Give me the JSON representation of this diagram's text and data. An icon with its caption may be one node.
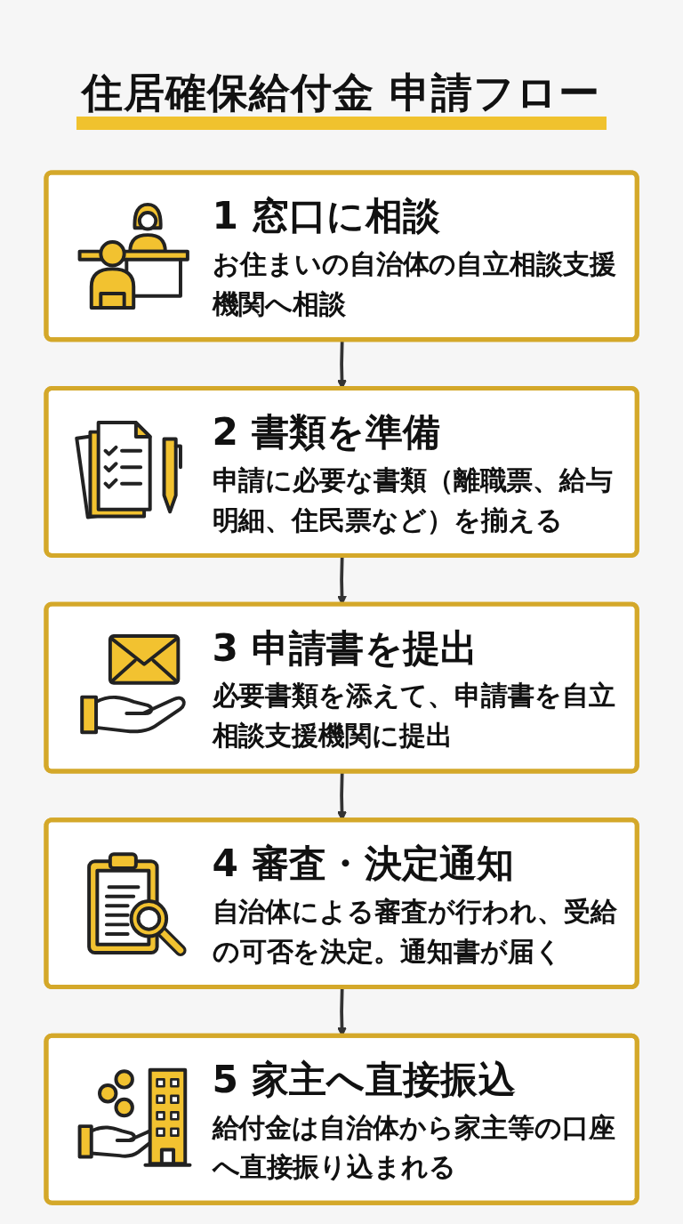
{
  "diagram": {
    "title": "住居確保給付金 申請フロー",
    "nodes": [
      {
        "text": [
          "1 窓口に相談",
          "お住まいの自治体の自立相談支援機関へ相談"
        ]
      },
      {
        "text": [
          "2 書類を準備",
          "申請に必要な書類（離職票、給与明細、住民票など）を揃える"
        ]
      },
      {
        "text": [
          "3 申請書を提出",
          "必要書類を添えて、申請書を自立相談支援機関に提出"
        ]
      },
      {
        "text": [
          "4 審査・決定通知",
          "自治体による審査が行われ、受給の可否を決定。通知書が届く"
        ]
      },
      {
        "text": [
          "5 家主へ直接振込",
          "給付金は自治体から家主等の口座へ直接振り込まれる"
        ]
      }
    ],
    "edges": [
      {
        "from": 0,
        "to": 1,
        "arrow": "to"
      },
      {
        "from": 1,
        "to": 2,
        "arrow": "to"
      },
      {
        "from": 2,
        "to": 3,
        "arrow": "to"
      },
      {
        "from": 3,
        "to": 4,
        "arrow": "to"
      }
    ]
  }
}
